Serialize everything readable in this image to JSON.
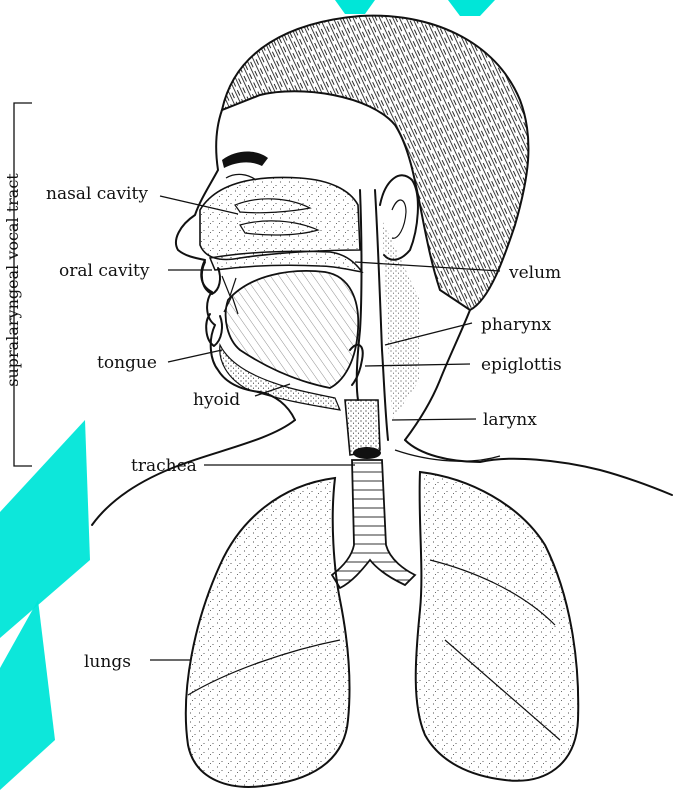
{
  "labels": {
    "nasal_cavity": "nasal cavity",
    "oral_cavity": "oral cavity",
    "tongue": "tongue",
    "hyoid": "hyoid",
    "trachea": "trachea",
    "lungs": "lungs",
    "velum": "velum",
    "pharynx": "pharynx",
    "epiglottis": "epiglottis",
    "larynx": "larynx"
  },
  "bracket_label": "supralaryngeal vocal tract",
  "colors": {
    "ink": "#111111",
    "watermark": "#00e6d8",
    "background": "#ffffff"
  }
}
